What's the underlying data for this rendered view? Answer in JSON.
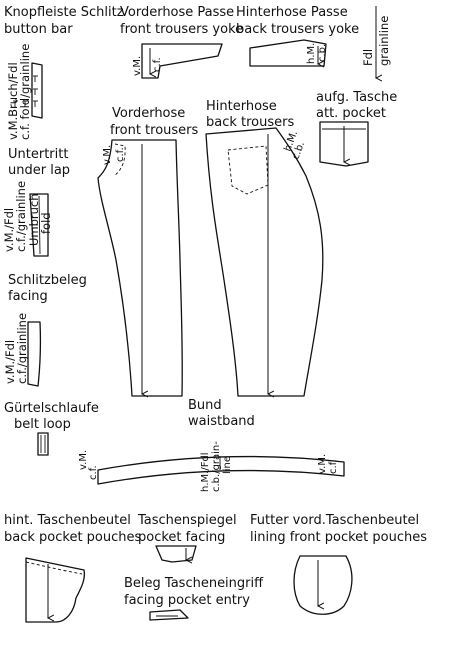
{
  "labels": {
    "button_bar": [
      "Knopfleiste Schlitz",
      "button bar"
    ],
    "front_yoke": [
      "Vorderhose Passe",
      "front trousers yoke"
    ],
    "back_yoke": [
      "Hinterhose Passe",
      "back trousers yoke"
    ],
    "front_trousers": [
      "Vorderhose",
      "front trousers"
    ],
    "back_trousers": [
      "Hinterhose",
      "back trousers"
    ],
    "att_pocket": [
      "aufg. Tasche",
      "att. pocket"
    ],
    "under_lap": [
      "Untertritt",
      "under lap"
    ],
    "facing": [
      "Schlitzbeleg",
      "facing"
    ],
    "belt_loop": [
      "Gürtelschlaufe",
      "belt loop"
    ],
    "waistband": [
      "Bund",
      "waistband"
    ],
    "back_pouches": [
      "hint. Taschenbeutel",
      "back pocket pouches"
    ],
    "pocket_facing": [
      "Taschenspiegel",
      "pocket facing"
    ],
    "lining_pouches": [
      "Futter vord.Taschenbeutel",
      "lining front pocket pouches"
    ],
    "facing_entry": [
      "Beleg Tascheneingriff",
      "facing pocket entry"
    ]
  },
  "annotations": {
    "grainline": [
      "Fdl",
      "grainline"
    ],
    "cf_fold_grainline": [
      "v.M.Bruch/Fdl",
      "c.f. fold/grainline"
    ],
    "cf_fold": [
      "Umbruch",
      "fold"
    ],
    "cf_grainline": [
      "v.M./Fdl",
      "c.f./grainline"
    ],
    "cf": [
      "v.M.",
      "c.f."
    ],
    "cb": [
      "h.M.",
      "c.b."
    ],
    "cb_grainline": [
      "h.M./Fdl",
      "c.b./grain-",
      "line"
    ]
  },
  "colors": {
    "ink": "#111111",
    "paper": "#ffffff"
  }
}
